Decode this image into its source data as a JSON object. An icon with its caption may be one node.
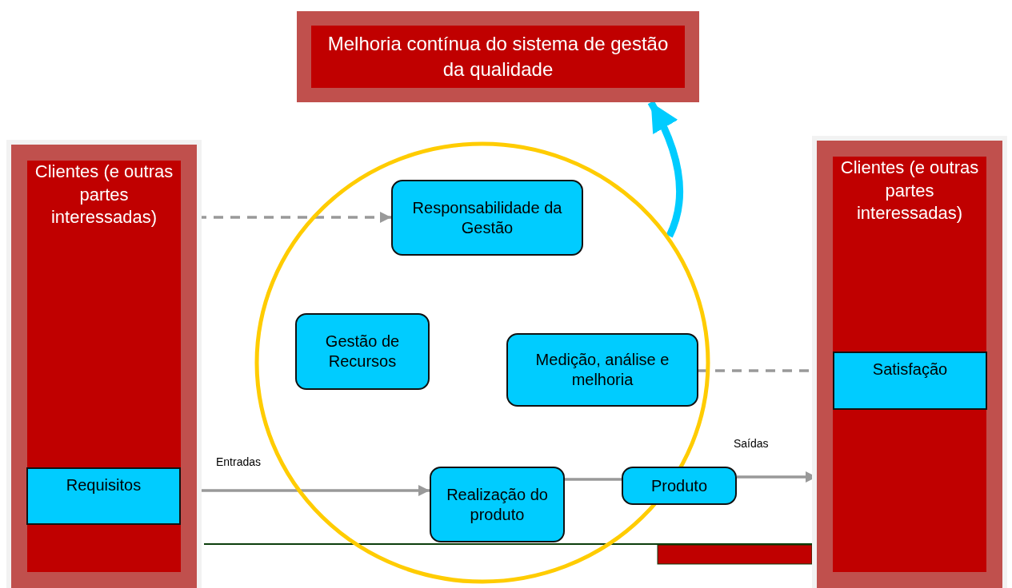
{
  "diagram": {
    "nodes": [
      {
        "text": [
          "Melhoria contínua do sistema de gestão da qualidade"
        ]
      },
      {
        "text": [
          "Clientes (e outras partes interessadas)"
        ]
      },
      {
        "text": [
          "Requisitos"
        ],
        "in": 1
      },
      {
        "text": [],
        "shape": "circle"
      },
      {
        "text": [
          "Responsabilidade da Gestão"
        ],
        "in": 3
      },
      {
        "text": [
          "Gestão de Recursos"
        ],
        "in": 3
      },
      {
        "text": [
          "Medição, análise e melhoria"
        ],
        "in": 3
      },
      {
        "text": [
          "Realização do produto"
        ],
        "in": 3
      },
      {
        "text": [
          "Produto"
        ]
      },
      {
        "text": [
          "Clientes (e outras partes interessadas)"
        ]
      },
      {
        "text": [
          "Satisfação"
        ],
        "in": 9
      }
    ],
    "edges": [
      {
        "from": 1,
        "to": 4,
        "arrow": "both",
        "style": "dashed"
      },
      {
        "from": 6,
        "to": 10,
        "arrow": "both",
        "style": "dashed"
      },
      {
        "from": 2,
        "to": 7,
        "arrow": "to",
        "label": "Entradas"
      },
      {
        "from": 7,
        "to": 8,
        "arrow": "none"
      },
      {
        "from": 8,
        "to": 9,
        "arrow": "to",
        "label": "Saídas"
      },
      {
        "from": 3,
        "to": 0,
        "arrow": "to",
        "style": "thick",
        "color": "#00ccff"
      }
    ]
  }
}
